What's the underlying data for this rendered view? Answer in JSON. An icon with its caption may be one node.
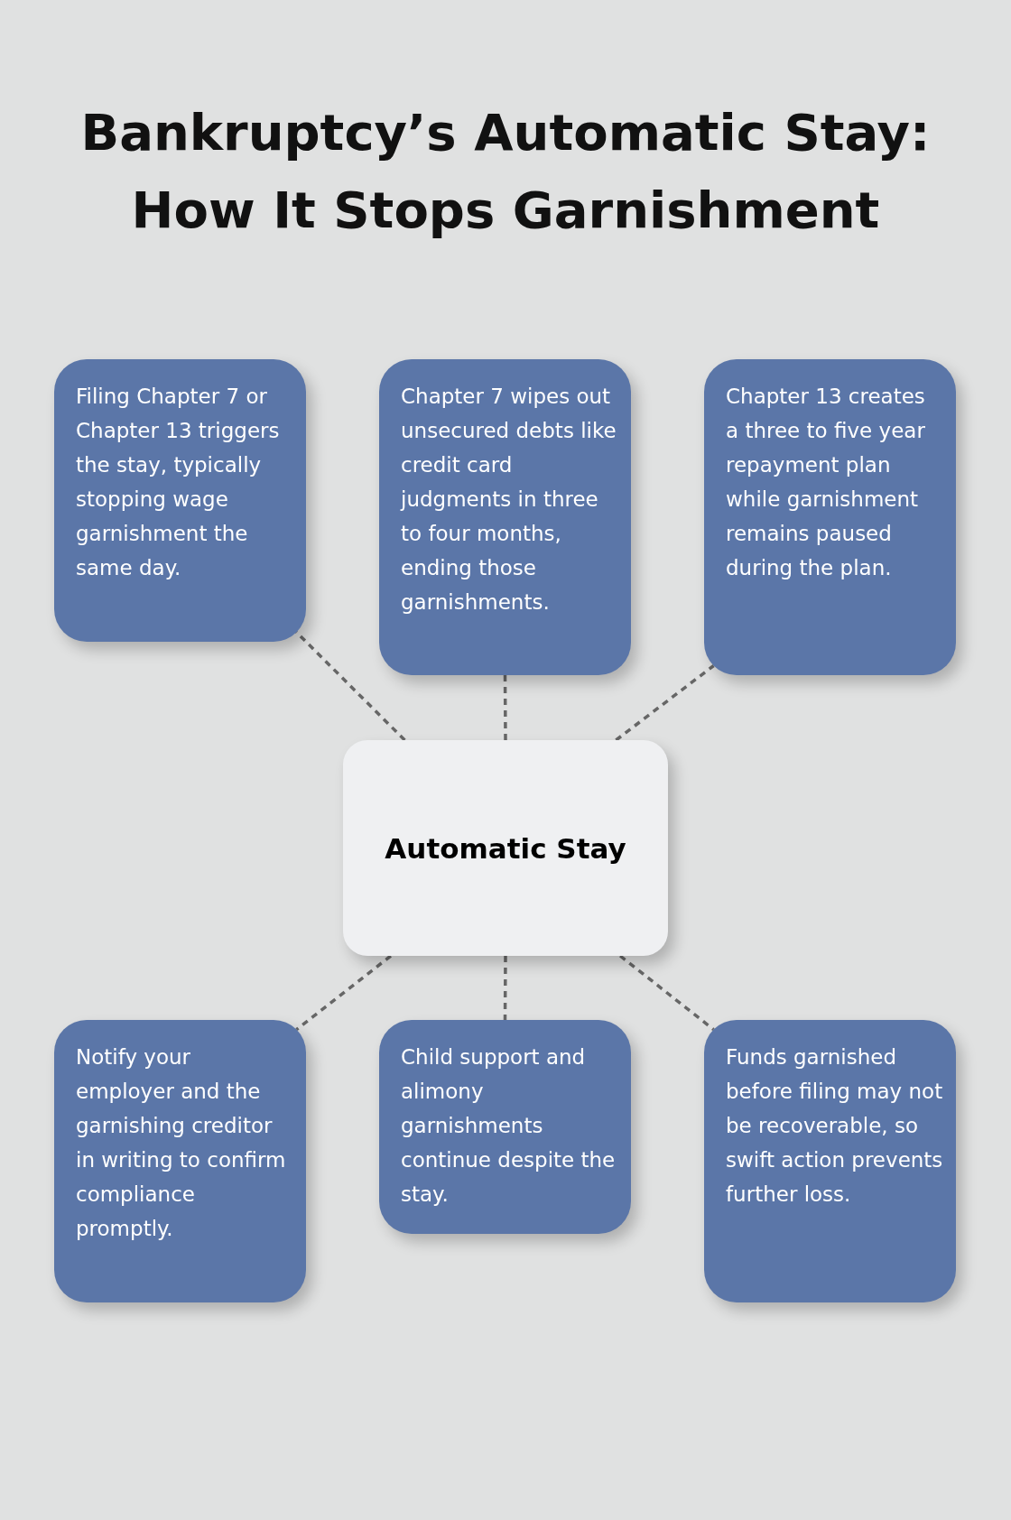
{
  "diagram": {
    "title": "Bankruptcy’s Automatic Stay: How It Stops Garnishment",
    "nodes": [
      {
        "text": [
          "Filing Chapter 7 or Chapter 13 triggers the stay, typically stopping wage garnishment the same day."
        ]
      },
      {
        "text": [
          "Chapter 7 wipes out unsecured debts like credit card judgments in three to four months, ending those garnishments."
        ]
      },
      {
        "text": [
          "Chapter 13 creates a three to five year repayment plan while garnishment remains paused during the plan."
        ]
      },
      {
        "text": [
          "Automatic Stay"
        ]
      },
      {
        "text": [
          "Notify your employer and the garnishing creditor in writing to confirm compliance promptly."
        ]
      },
      {
        "text": [
          "Child support and alimony garnishments continue despite the stay."
        ]
      },
      {
        "text": [
          "Funds garnished before filing may not be recoverable, so swift action prevents further loss."
        ]
      }
    ],
    "edges": [
      {
        "from": 3,
        "to": 0,
        "arrow": "none",
        "style": "dashed"
      },
      {
        "from": 3,
        "to": 1,
        "arrow": "none",
        "style": "dashed"
      },
      {
        "from": 3,
        "to": 2,
        "arrow": "none",
        "style": "dashed"
      },
      {
        "from": 3,
        "to": 4,
        "arrow": "none",
        "style": "dashed"
      },
      {
        "from": 3,
        "to": 5,
        "arrow": "none",
        "style": "dashed"
      },
      {
        "from": 3,
        "to": 6,
        "arrow": "none",
        "style": "dashed"
      }
    ]
  }
}
